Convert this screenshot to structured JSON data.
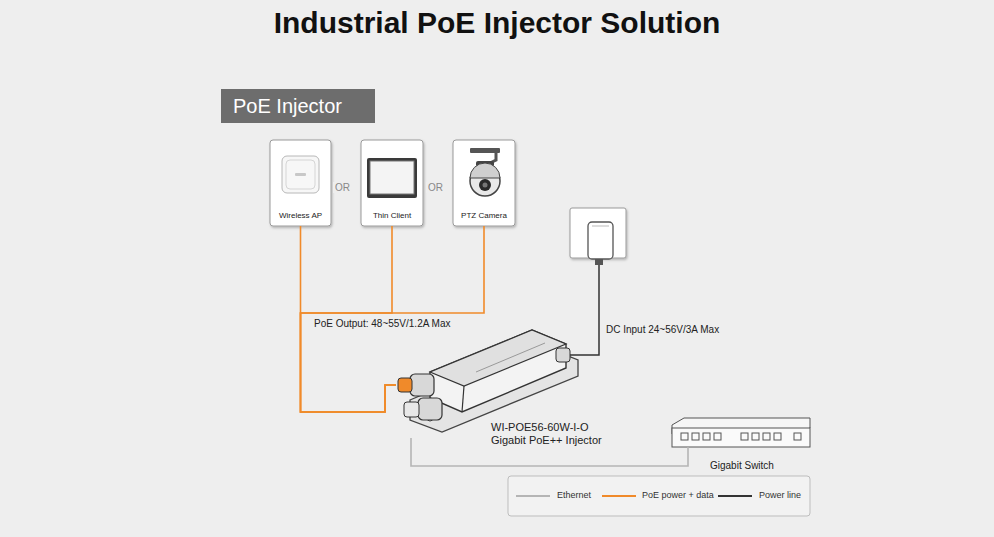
{
  "diagram": {
    "title": "Industrial PoE Injector Solution",
    "nodes": [
      {
        "text": [
          "PoE Injector"
        ]
      },
      {
        "text": [
          "Wireless AP"
        ]
      },
      {
        "text": [
          "Thin Client"
        ]
      },
      {
        "text": [
          "PTZ Camera"
        ]
      },
      {
        "text": [
          "WI-POE56-60W-I-O Gigabit PoE++ Injector"
        ]
      },
      {
        "text": [
          "Gigabit Switch"
        ]
      }
    ],
    "edges": [
      {
        "from": 1,
        "to": 4,
        "arrow": "none"
      },
      {
        "from": 2,
        "to": 4,
        "arrow": "none"
      },
      {
        "from": 3,
        "to": 4,
        "arrow": "none"
      },
      {
        "from": 4,
        "to": 5,
        "arrow": "none"
      }
    ],
    "labels": [
      "OR",
      "OR",
      "PoE Output: 48~55V/1.2A Max",
      "DC Input 24~56V/3A Max"
    ],
    "legend": [
      {
        "text": "Ethernet"
      },
      {
        "text": "PoE power + data"
      },
      {
        "text": "Power line"
      }
    ]
  }
}
